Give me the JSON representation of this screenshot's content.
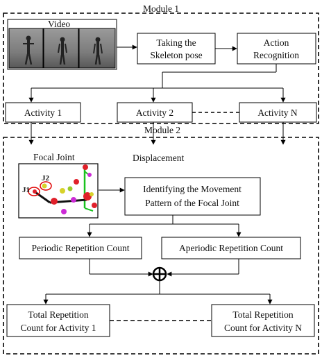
{
  "module1": {
    "title": "Module 1"
  },
  "module2": {
    "title": "Module 2"
  },
  "video": {
    "label": "Video"
  },
  "nodes": {
    "skeleton": [
      "Taking the",
      "Skeleton pose"
    ],
    "action": [
      "Action",
      "Recognition"
    ],
    "activity1": "Activity 1",
    "activity2": "Activity 2",
    "activityN": "Activity N",
    "identify": [
      "Identifying the Movement",
      "Pattern of the Focal Joint"
    ],
    "periodic": "Periodic Repetition Count",
    "aperiodic": "Aperiodic Repetition Count",
    "total1": [
      "Total Repetition",
      "Count for Activity 1"
    ],
    "totalN": [
      "Total Repetition",
      "Count for Activity N"
    ]
  },
  "focal": {
    "label": "Focal Joint",
    "displacement": "Displacement",
    "j1": "J1",
    "j2": "J2"
  },
  "colors": {
    "skeleton_red": "#e0202a",
    "skeleton_green": "#19c21e",
    "skeleton_yellow": "#d7d22a",
    "skeleton_magenta": "#cc2bd6",
    "joint_ring": "#e00000"
  },
  "icons": {
    "combine": "circled-plus-icon"
  }
}
